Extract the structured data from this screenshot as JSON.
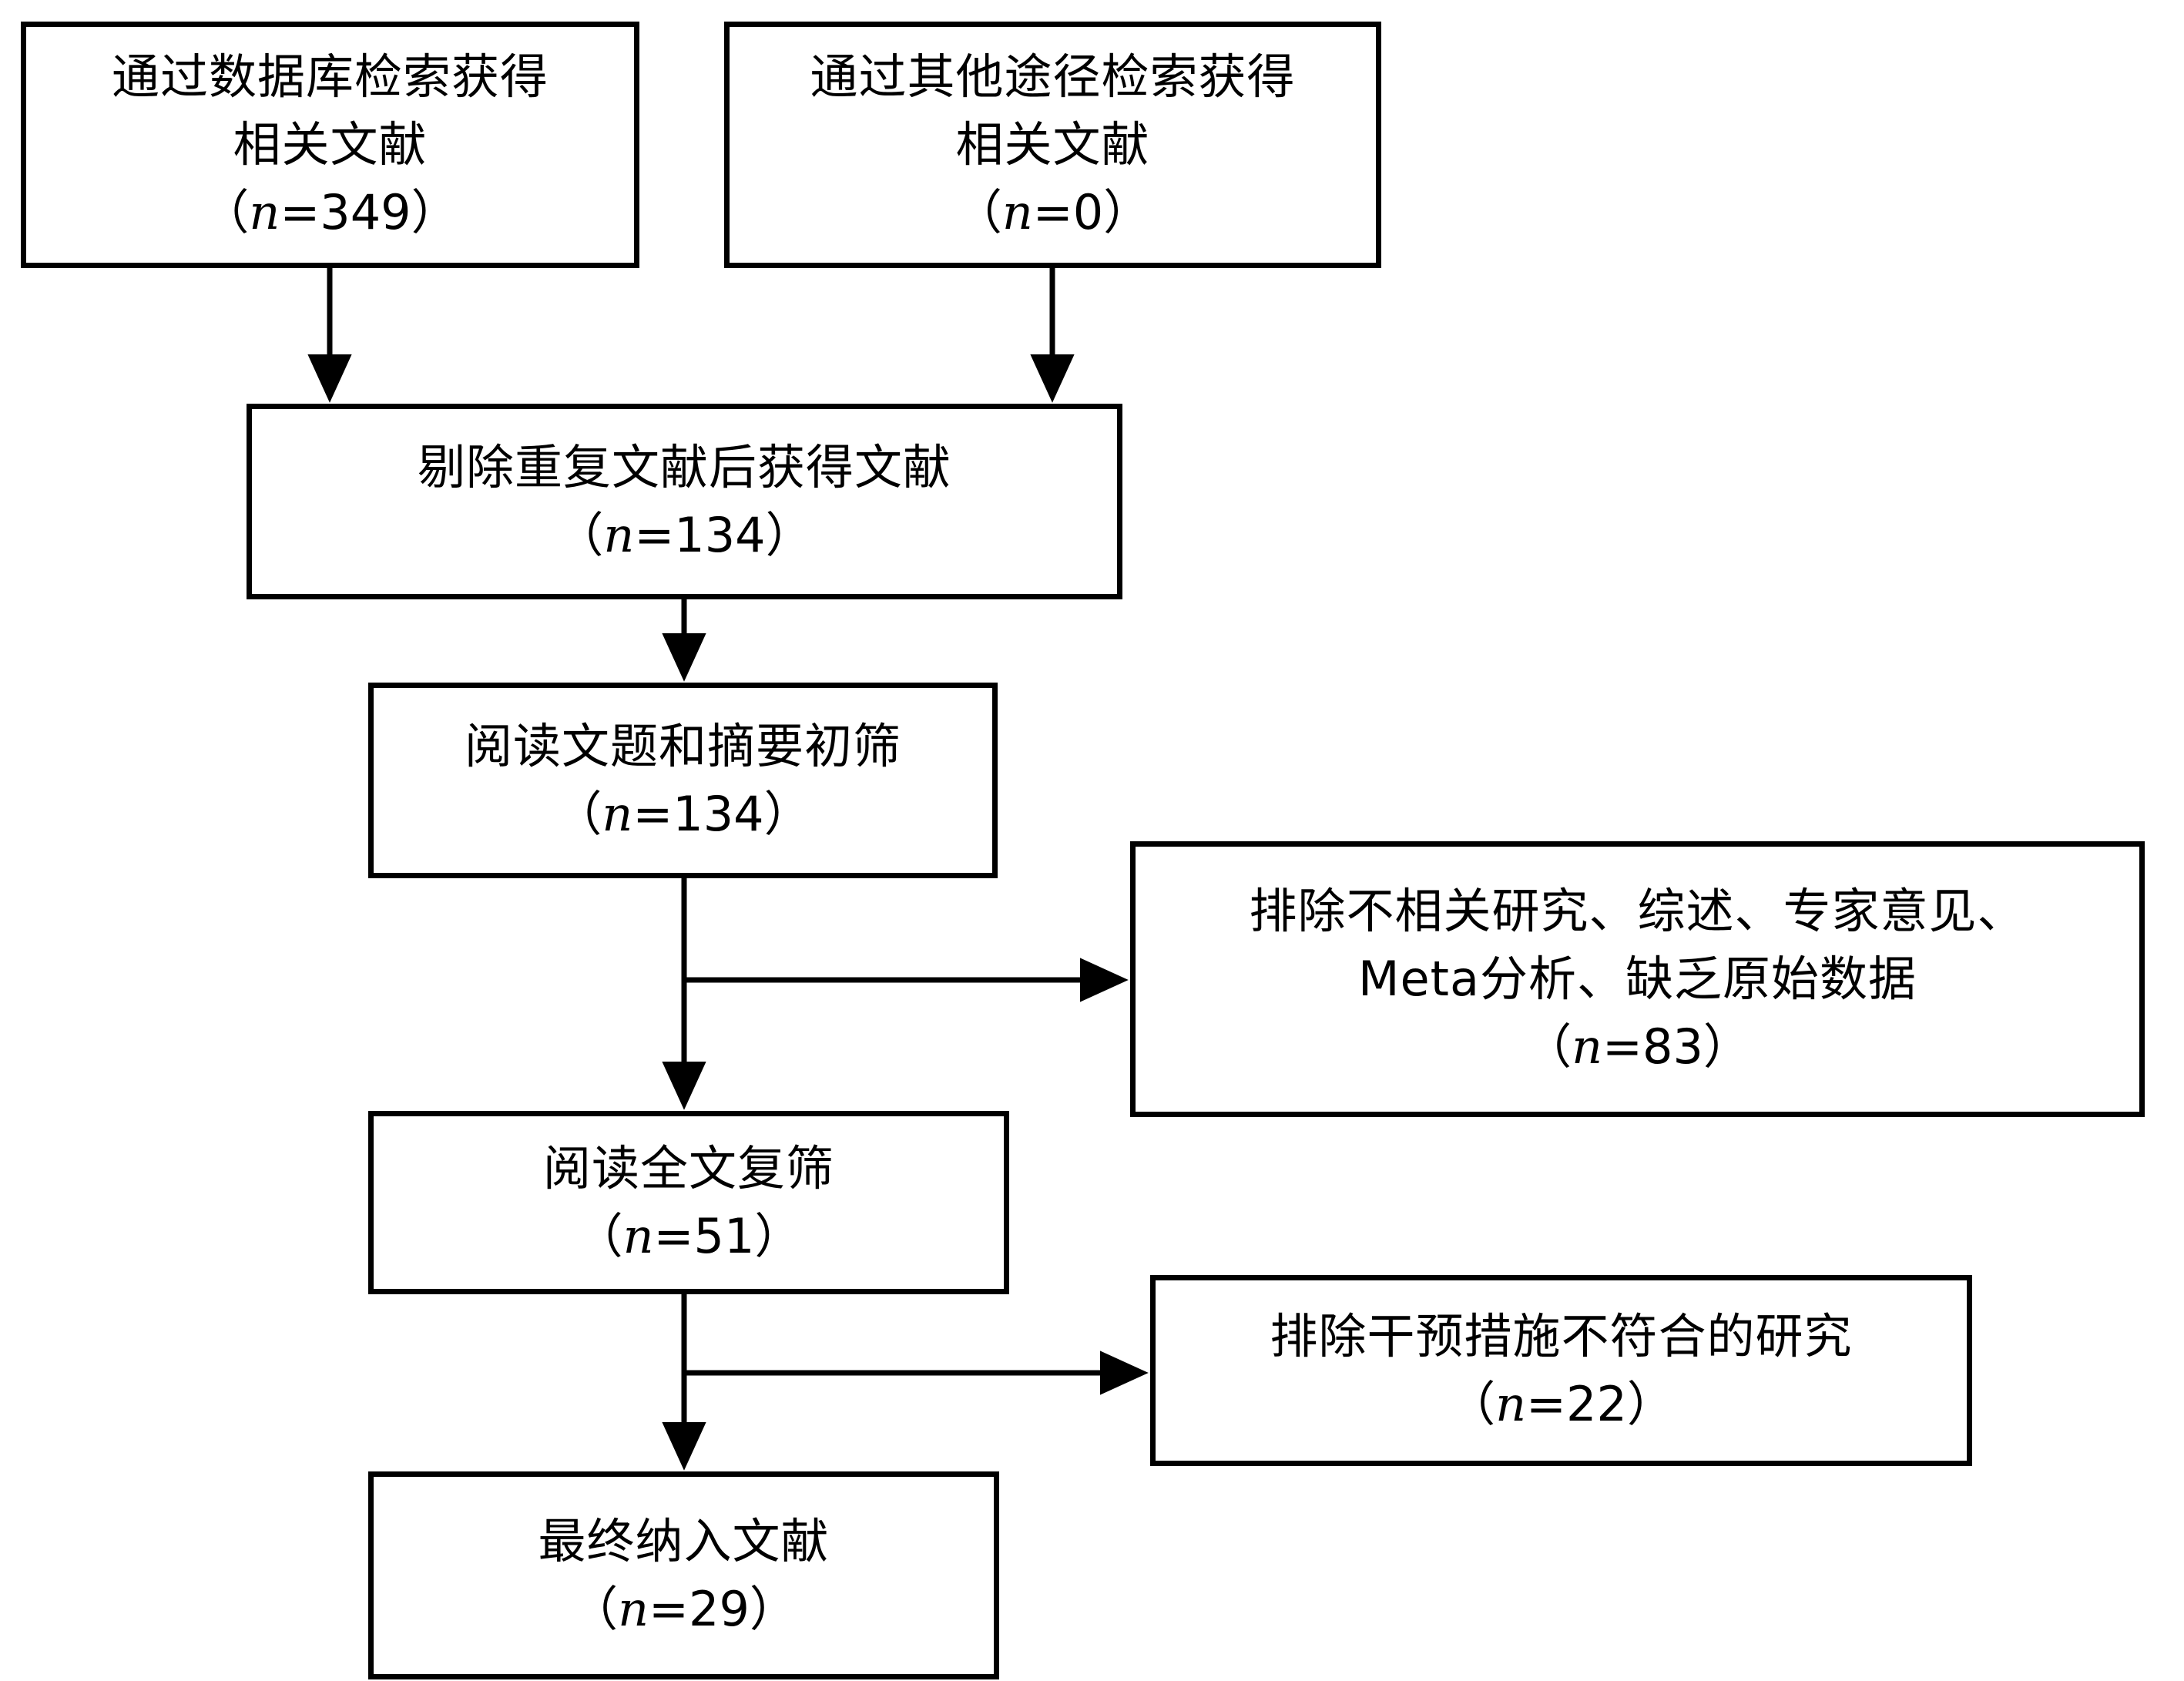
{
  "diagram": {
    "type": "prisma-flow-chart",
    "language": "zh-CN",
    "background_color": "#ffffff",
    "line_color": "#000000",
    "box_border_color": "#000000"
  },
  "boxes": {
    "db_search": {
      "line1": "通过数据库检索获得",
      "line2": "相关文献",
      "count_open": "（",
      "count_var": "n",
      "count_eq": "=349",
      "count_close": "）",
      "n": 349
    },
    "other_search": {
      "line1": "通过其他途径检索获得",
      "line2": "相关文献",
      "count_open": "（",
      "count_var": "n",
      "count_eq": "=0",
      "count_close": "）",
      "n": 0
    },
    "dedup": {
      "line1": "剔除重复文献后获得文献",
      "count_open": "（",
      "count_var": "n",
      "count_eq": "=134",
      "count_close": "）",
      "n": 134
    },
    "title_abstract_screen": {
      "line1": "阅读文题和摘要初筛",
      "count_open": "（",
      "count_var": "n",
      "count_eq": "=134",
      "count_close": "）",
      "n": 134
    },
    "exclude_irrelevant": {
      "line1": "排除不相关研究、综述、专家意见、",
      "line2": "Meta分析、缺乏原始数据",
      "count_open": "（",
      "count_var": "n",
      "count_eq": "=83",
      "count_close": "）",
      "n": 83
    },
    "fulltext_screen": {
      "line1": "阅读全文复筛",
      "count_open": "（",
      "count_var": "n",
      "count_eq": "=51",
      "count_close": "）",
      "n": 51
    },
    "exclude_intervention": {
      "line1": "排除干预措施不符合的研究",
      "count_open": "（",
      "count_var": "n",
      "count_eq": "=22",
      "count_close": "）",
      "n": 22
    },
    "included": {
      "line1": "最终纳入文献",
      "count_open": "（",
      "count_var": "n",
      "count_eq": "=29",
      "count_close": "）",
      "n": 29
    }
  },
  "flow_data": {
    "nodes": [
      {
        "id": "db_search",
        "n": 349
      },
      {
        "id": "other_search",
        "n": 0
      },
      {
        "id": "dedup",
        "n": 134
      },
      {
        "id": "title_abstract_screen",
        "n": 134
      },
      {
        "id": "exclude_irrelevant",
        "n": 83
      },
      {
        "id": "fulltext_screen",
        "n": 51
      },
      {
        "id": "exclude_intervention",
        "n": 22
      },
      {
        "id": "included",
        "n": 29
      }
    ],
    "edges": [
      {
        "from": "db_search",
        "to": "dedup"
      },
      {
        "from": "other_search",
        "to": "dedup"
      },
      {
        "from": "dedup",
        "to": "title_abstract_screen"
      },
      {
        "from": "title_abstract_screen",
        "to": "exclude_irrelevant"
      },
      {
        "from": "title_abstract_screen",
        "to": "fulltext_screen"
      },
      {
        "from": "fulltext_screen",
        "to": "exclude_intervention"
      },
      {
        "from": "fulltext_screen",
        "to": "included"
      }
    ]
  }
}
